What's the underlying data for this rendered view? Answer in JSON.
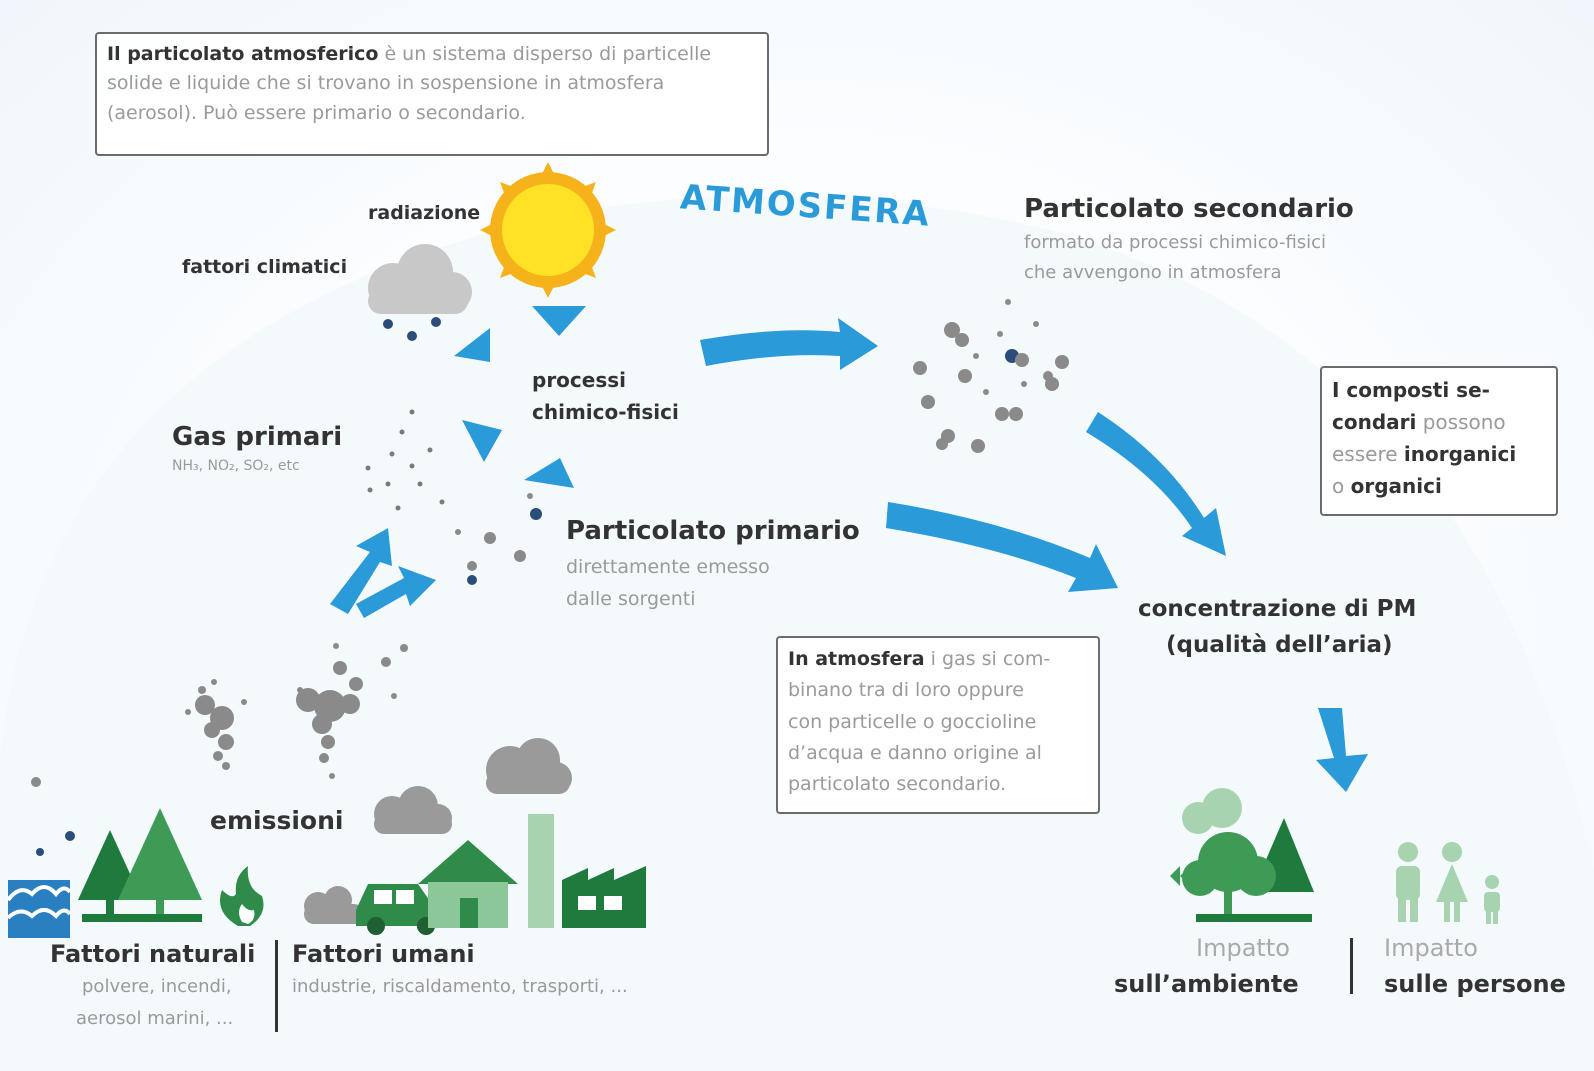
{
  "intro_box": {
    "bold": "Il particolato atmosferico",
    "rest": " è un sistema disperso di particelle solide e liquide che si trovano in sospensione in atmosfera (aerosol). Può essere primario o secondario."
  },
  "atmosfera_label": "ATMOSFERA",
  "radiazione": "radiazione",
  "fattori_climatici": "fattori climatici",
  "processi": {
    "line1": "processi",
    "line2": "chimico-fisici"
  },
  "gas_primari": {
    "title": "Gas primari",
    "sub": "NH₃, NO₂, SO₂, etc"
  },
  "particolato_primario": {
    "title": "Particolato primario",
    "sub1": "direttamente emesso",
    "sub2": "dalle sorgenti"
  },
  "particolato_secondario": {
    "title": "Particolato secondario",
    "sub1": "formato da processi chimico-fisici",
    "sub2": "che avvengono in atmosfera"
  },
  "composti_box": {
    "l1": "I composti se-",
    "l2b": "condari",
    "l2": " possono",
    "l3": "essere ",
    "l3b": "inorganici",
    "l4": "o ",
    "l4b": "organici"
  },
  "concentrazione": {
    "line1": "concentrazione di PM",
    "line2": "(qualità dell’aria)"
  },
  "in_atmosfera_box": {
    "bold": "In atmosfera",
    "l1": " i gas si com-",
    "l2": "binano tra di loro oppure",
    "l3": "con particelle o goccioline",
    "l4": "d’acqua e danno origine al",
    "l5": "particolato secondario."
  },
  "emissioni": "emissioni",
  "fattori_naturali": {
    "title": "Fattori naturali",
    "sub1": "polvere, incendi,",
    "sub2": "aerosol marini, ..."
  },
  "fattori_umani": {
    "title": "Fattori umani",
    "sub": "industrie, riscaldamento, trasporti, ..."
  },
  "impatto_ambiente": {
    "line1": "Impatto",
    "line2": "sull’ambiente"
  },
  "impatto_persone": {
    "line1": "Impatto",
    "line2": "sulle persone"
  },
  "colors": {
    "arrow": "#2a9ad8",
    "green_dark": "#2e8b4a",
    "green_light": "#8cc79a",
    "grey": "#9a9a9a",
    "sun": "#f6b21a"
  }
}
